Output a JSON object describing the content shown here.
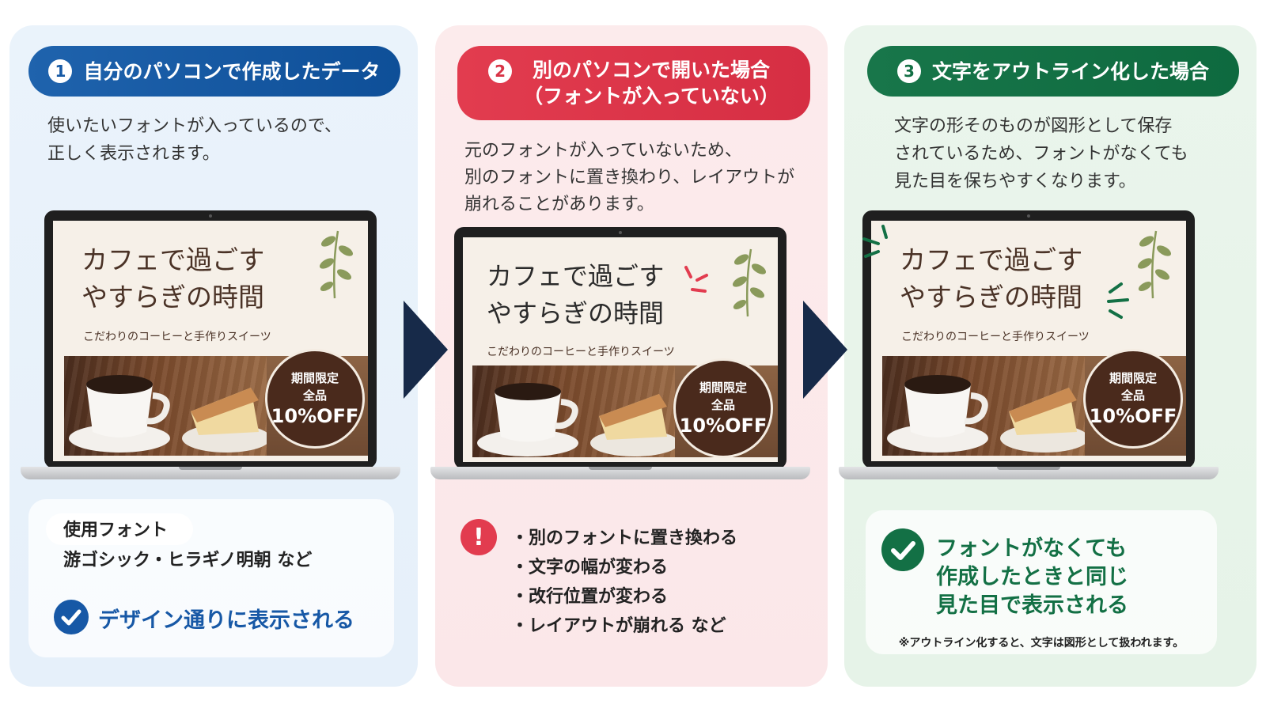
{
  "panels": [
    {
      "number": "1",
      "title": "自分のパソコンで作成したデータ",
      "description": [
        "使いたいフォントが入っているので、",
        "正しく表示されます。"
      ]
    },
    {
      "number": "2",
      "title": [
        "別のパソコンで開いた場合",
        "（フォントが入っていない）"
      ],
      "description": [
        "元のフォントが入っていないため、",
        "別のフォントに置き換わり、レイアウトが",
        "崩れることがあります。"
      ]
    },
    {
      "number": "3",
      "title": "文字をアウトライン化した場合",
      "description": [
        "文字の形そのものが図形として保存",
        "されているため、フォントがなくても",
        "見た目を保ちやすくなります。"
      ]
    }
  ],
  "screen": {
    "headline": [
      "カフェで過ごす",
      "やすらぎの時間"
    ],
    "tagline": "こだわりのコーヒーと手作りスイーツ",
    "badge": [
      "期間限定",
      "全品",
      "10%OFF"
    ]
  },
  "box1": {
    "font_label": "使用フォント",
    "font_value": "游ゴシック・ヒラギノ明朝 など",
    "result": "デザイン通りに表示される"
  },
  "box2": {
    "issues": [
      "別のフォントに置き換わる",
      "文字の幅が変わる",
      "改行位置が変わる",
      "レイアウトが崩れる など"
    ],
    "warning_symbol": "!"
  },
  "box3": {
    "result": [
      "フォントがなくても",
      "作成したときと同じ",
      "見た目で表示される"
    ],
    "note": "※アウトライン化すると、文字は図形として扱われます。"
  },
  "colors": {
    "blue": "#1758a6",
    "red": "#e23c4f",
    "green": "#137045",
    "arrow": "#172a49"
  }
}
